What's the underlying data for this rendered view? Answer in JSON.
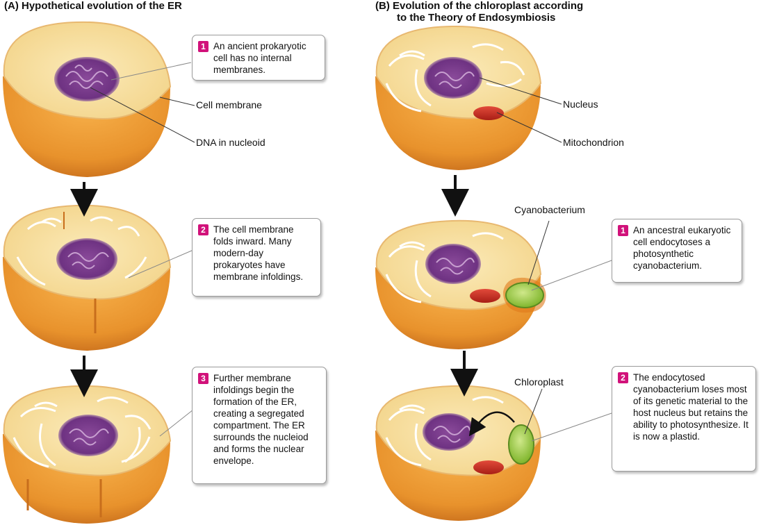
{
  "panel_a": {
    "title": "(A)  Hypothetical evolution of the ER",
    "labels": {
      "cell_membrane": "Cell membrane",
      "dna": "DNA in nucleoid"
    },
    "steps": [
      {
        "num": "1",
        "text": "An ancient prokaryotic cell has no internal membranes."
      },
      {
        "num": "2",
        "text": "The cell membrane folds inward. Many modern-day prokaryotes have membrane infoldings."
      },
      {
        "num": "3",
        "text": "Further membrane infoldings begin the formation of the ER, creating a segregated compartment. The ER surrounds the nucleiod and forms the nuclear envelope."
      }
    ]
  },
  "panel_b": {
    "title_line1": "(B)  Evolution of the chloroplast according",
    "title_line2": "to the Theory of Endosymbiosis",
    "labels": {
      "nucleus": "Nucleus",
      "mitochondrion": "Mitochondrion",
      "cyanobacterium": "Cyanobacterium",
      "chloroplast": "Chloroplast"
    },
    "steps": [
      {
        "num": "1",
        "text": "An ancestral eukaryotic cell endocytoses a photosynthetic cyanobacterium."
      },
      {
        "num": "2",
        "text": "The endocytosed cyanobacterium loses most of its genetic material to the host nucleus but retains the ability to photosynthesize. It is now a plastid."
      }
    ]
  },
  "colors": {
    "cell_outer": "#e8922c",
    "cell_top": "#f8e2a0",
    "nucleoid": "#7a3a8a",
    "membrane": "#ffffff",
    "mitochondrion": "#c8281e",
    "cyanobacterium": "#8ec43a",
    "step_badge": "#d1127a"
  }
}
